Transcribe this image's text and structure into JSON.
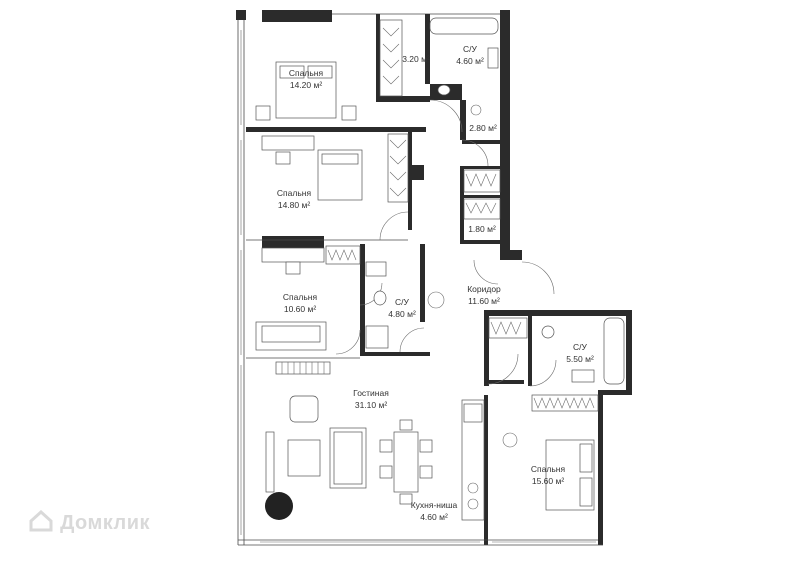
{
  "rooms": [
    {
      "id": "bedroom1",
      "name": "Спальня",
      "area": "14.20 м²"
    },
    {
      "id": "closet1",
      "name": "",
      "area": "3.20 м²"
    },
    {
      "id": "bath1",
      "name": "С/У",
      "area": "4.60 м²"
    },
    {
      "id": "closet2",
      "name": "",
      "area": "2.80 м²"
    },
    {
      "id": "bedroom2",
      "name": "Спальня",
      "area": "14.80 м²"
    },
    {
      "id": "closet3",
      "name": "",
      "area": "1.80 м²"
    },
    {
      "id": "bedroom3",
      "name": "Спальня",
      "area": "10.60 м²"
    },
    {
      "id": "bath2",
      "name": "С/У",
      "area": "4.80 м²"
    },
    {
      "id": "corridor",
      "name": "Коридор",
      "area": "11.60 м²"
    },
    {
      "id": "bath3",
      "name": "С/У",
      "area": "5.50 м²"
    },
    {
      "id": "living",
      "name": "Гостиная",
      "area": "31.10 м²"
    },
    {
      "id": "bedroom4",
      "name": "Спальня",
      "area": "15.60 м²"
    },
    {
      "id": "kitchen",
      "name": "Кухня-ниша",
      "area": "4.60 м²"
    }
  ],
  "watermark": {
    "text": "Домклик",
    "icon": "house-logo-icon"
  },
  "colors": {
    "wall": "#2b2b2b",
    "line": "#4a4a4a",
    "text": "#333333",
    "background": "#ffffff",
    "watermark": "#d9d9d9"
  }
}
